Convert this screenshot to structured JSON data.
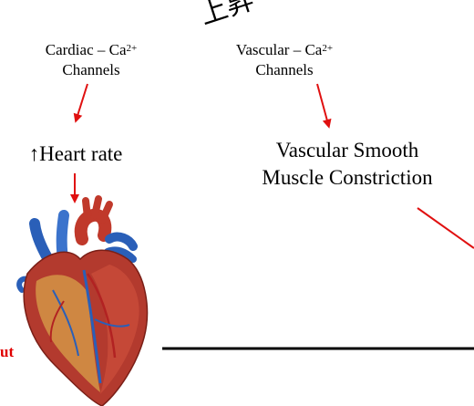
{
  "top_partial_text": "上昇",
  "cardiac_channels": {
    "prefix": "Cardiac – Ca",
    "sup": "2+",
    "line2": "Channels"
  },
  "vascular_channels": {
    "prefix": "Vascular – Ca",
    "sup": "2+",
    "line2": "Channels"
  },
  "heart_rate": "↑Heart rate",
  "vascular_effect": {
    "line1": "Vascular Smooth",
    "line2": "Muscle Constriction"
  },
  "partial_red_left": "ut",
  "colors": {
    "arrow": "#e01010",
    "line": "#000000",
    "heart_red": "#c0392b",
    "heart_blue": "#2a5fb8"
  }
}
